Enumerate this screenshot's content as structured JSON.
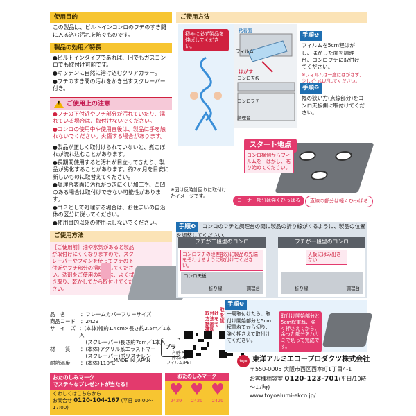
{
  "purpose": {
    "title": "使用目的",
    "body": "この製品は、ビルトインコンロのフチのすき間に入る込む汚れを防ぐものです。"
  },
  "features": {
    "title": "製品の効用／特長",
    "items": [
      "●ビルトインタイプであれば、IHでもガスコンロでも取付け可能です。",
      "●キッチンに自然に溶け込むクリアカラー。",
      "●フチのすき間の汚れをかき出すスクレーパー付き。"
    ]
  },
  "caution": {
    "title": "ご使用上の注意",
    "items_red": [
      "●フチの下付近やフチ部分が汚れていたり、濡れている場合は、取付けないでください。",
      "●コンロの使用中や使用直後は、製品に手を触れないでください。火傷する場合があります。"
    ],
    "items": [
      "●製品が正しく取付けられていないと、煮こぼれが流れ込むことがあります。",
      "●長期間使用すると汚れが目立ってきたり、製品が劣化することがあります。約2ヶ月を目安に新しいものに取替えてください。",
      "●調理台表面に汚れがつきにくい加工や、凸凹のある場合は取付けできない可能性があります。",
      "●ゴミとして処理する場合は、お住まいの自治体の区分に従ってください。",
      "●使用目的以外の使用はしないでください。"
    ]
  },
  "usage_left": {
    "title": "ご使用方法",
    "text": "［ご使用前］油や水気があると製品が取付けにくくなりますので、スクレーパーやフキンを使ってフチの下付近やフチ部分の掃除をしてください。洗剤をご使用の場合は、よく拭き取り、乾かしてから取付けてください。"
  },
  "spec": {
    "rows": [
      {
        "k": "品　名",
        "v": "：フレームカバーフリーサイズ"
      },
      {
        "k": "商品コード",
        "v": "：2429"
      },
      {
        "k": "サ　イ　ズ",
        "v": "：(本体)幅約1.4cm×長さ約2.5m／1本入"
      },
      {
        "k": "",
        "v": "　(スクレーパー)長さ約7cm／1本入"
      },
      {
        "k": "材　　質",
        "v": "：(本体)アクリル系エラストマー"
      },
      {
        "k": "",
        "v": "　(スクレーパー)ポリスチレン"
      },
      {
        "k": "耐熱温度",
        "v": "：(本体)110℃"
      }
    ],
    "made_in": "MADE IN JAPAN"
  },
  "recycle": {
    "symbol": "プラ",
    "labels": [
      "台紙:PP",
      "外袋:PE",
      "フィルム:PET"
    ]
  },
  "qr_label": "取付け方法を動画で確認",
  "promo": {
    "line1": "おたのしみマーク",
    "line2": "でステキなプレゼントが当たる！",
    "line3": "くわしくはこちらから",
    "phone_label": "お問合せ",
    "phone": "0120-104-167",
    "hours": "(平日 10:00～17:00)"
  },
  "marks": {
    "title": "おたのしみマーク",
    "nums": [
      "2429",
      "2429",
      "2429"
    ]
  },
  "usage_right": {
    "title": "ご使用方法",
    "note": "初めに必ず製品を伸ばしてください。",
    "film_labels": {
      "adhesive": "粘着面",
      "film": "フィルム",
      "peel": "はがす",
      "rim": "コンロ天板",
      "edge": "コンロフチ",
      "counter": "調理台"
    }
  },
  "step1": {
    "tag": "手順❶",
    "text": "フィルムを5cm程はがし、はがした面を調理台、コンロフチに取付けてください。",
    "note": "※フィルムは一度にはがさず、少しずつはがしてください。"
  },
  "step2": {
    "tag": "手順❷",
    "text": "幅の狭い方(点線部分)をコンロ天板側に取付けてください。"
  },
  "start": {
    "badge": "スタート地点",
    "sub": "コンロ横側からフィルムを　はがし、貼り始めてください。",
    "reverse": "※図は反時計回りに取付けたイメージです。",
    "corner": "コーナー部分は強くひっぱる",
    "straight": "直線の部分は軽くひっぱる"
  },
  "step3": {
    "tag": "手順❸",
    "text": "コンロのフチと調理台の間に製品の折り線がくるように、製品の位置を調整してください。",
    "panel1_title": "フチが二段型のコンロ",
    "panel1_note": "コンロフチの段差部分に製品の先端をそわせるように取付けてください。",
    "panel2_title": "フチが一段型のコンロ",
    "panel2_note": "天板にはみ出さない",
    "labels": {
      "rim": "コンロ天板",
      "fold": "折り線",
      "counter": "調理台"
    }
  },
  "step4": {
    "tag": "手順❹",
    "text": "一周取付けたら、取付け開始部分と5cm程重ねてから切り、強く押さえて取付けてください。",
    "note": "取付け開始部分と5cm程重ね、強く押さえてから、余った部分をハサミで切って完成です。",
    "yt_label": "取付け方法を動画で確認"
  },
  "company": {
    "brand_mark": "toyo",
    "name": "東洋アルミエコープロダクツ株式会社",
    "address": "〒550-0005 大阪市西区西本町1丁目4-1",
    "tel_label": "お客様相談室",
    "tel": "0120-123-701",
    "tel_hours": "(平日/10時～17時)",
    "url": "www.toyoalumi-ekco.jp/"
  },
  "colors": {
    "accent": "#f7c531",
    "warning": "#d0213f",
    "pink": "#e33a6d",
    "blue": "#1f6fb2"
  }
}
